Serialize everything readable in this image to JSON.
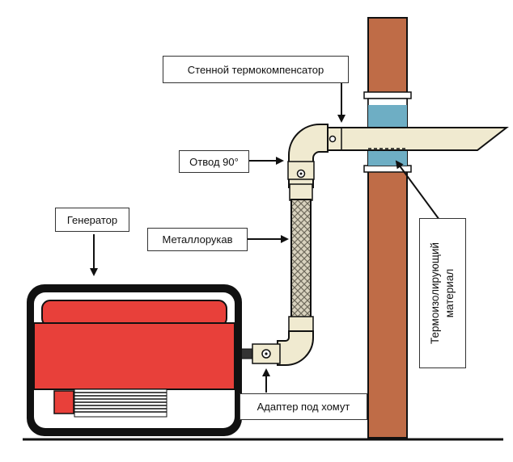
{
  "labels": {
    "wall_compensator": "Стенной термокомпенсатор",
    "elbow": "Отвод 90°",
    "generator": "Генератор",
    "metal_hose": "Металлорукав",
    "adapter": "Адаптер под хомут",
    "insulation_line1": "Термоизолирующий",
    "insulation_line2": "материал"
  },
  "colors": {
    "generator_red": "#e8403a",
    "wall_brown": "#bf6c47",
    "insulation_blue": "#6eaec4",
    "pipe_cream": "#f0ead0"
  }
}
